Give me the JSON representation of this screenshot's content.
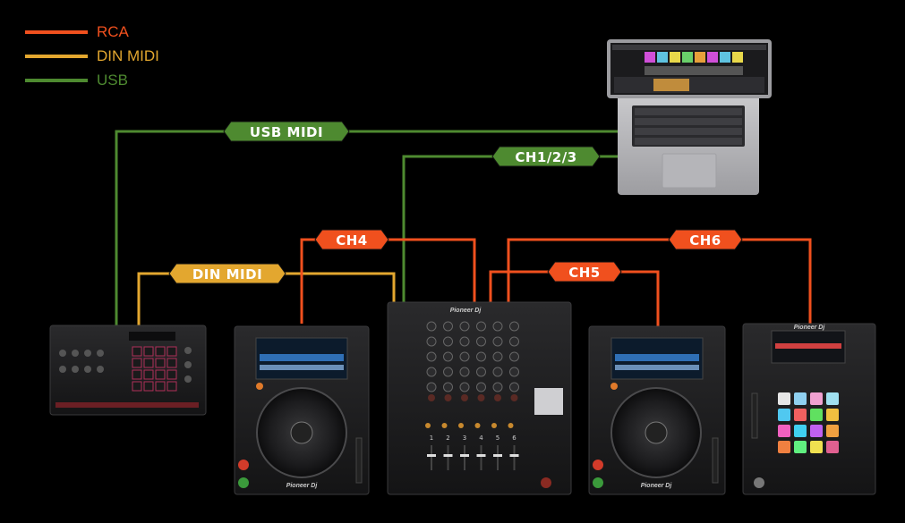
{
  "legend": [
    {
      "label": "RCA",
      "color": "#f0501e"
    },
    {
      "label": "DIN MIDI",
      "color": "#e3a72f"
    },
    {
      "label": "USB",
      "color": "#4e8a30"
    }
  ],
  "connections": {
    "usb_midi": {
      "label": "USB MIDI",
      "type": "USB"
    },
    "ch123": {
      "label": "CH1/2/3",
      "type": "USB"
    },
    "ch4": {
      "label": "CH4",
      "type": "RCA"
    },
    "din_midi": {
      "label": "DIN MIDI",
      "type": "DIN MIDI"
    },
    "ch5": {
      "label": "CH5",
      "type": "RCA"
    },
    "ch6": {
      "label": "CH6",
      "type": "RCA"
    }
  },
  "devices": {
    "brand": "Pioneer Dj",
    "channel_numbers": [
      "1",
      "2",
      "3",
      "4",
      "5",
      "6"
    ]
  }
}
